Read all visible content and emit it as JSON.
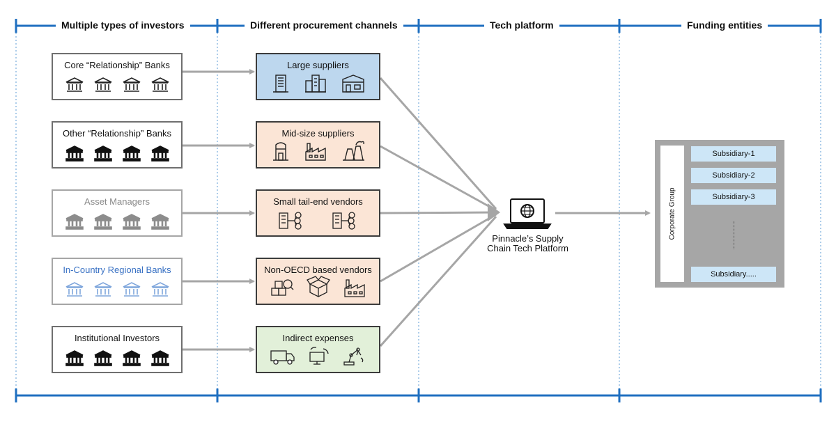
{
  "columns": [
    {
      "title": "Multiple types of investors"
    },
    {
      "title": "Different procurement channels"
    },
    {
      "title": "Tech platform"
    },
    {
      "title": "Funding entities"
    }
  ],
  "investors": [
    {
      "label": "Core “Relationship” Banks",
      "style": "outline",
      "icons": [
        "bank-icon",
        "bank-icon",
        "bank-icon",
        "bank-icon"
      ]
    },
    {
      "label": "Other “Relationship” Banks",
      "style": "solid",
      "icons": [
        "bank-icon",
        "bank-icon",
        "bank-icon",
        "bank-icon"
      ]
    },
    {
      "label": "Asset Managers",
      "style": "faded",
      "icons": [
        "bank-icon",
        "bank-icon",
        "bank-icon",
        "bank-icon"
      ]
    },
    {
      "label": "In-Country Regional Banks",
      "style": "blue",
      "icons": [
        "bank-icon",
        "bank-icon",
        "bank-icon",
        "bank-icon"
      ]
    },
    {
      "label": "Institutional Investors",
      "style": "solid",
      "icons": [
        "bank-icon",
        "bank-icon",
        "bank-icon",
        "bank-icon"
      ]
    }
  ],
  "channels": [
    {
      "label": "Large suppliers",
      "fill": "#bdd7ee",
      "icons": [
        "office-building-icon",
        "city-buildings-icon",
        "factory-hall-icon"
      ]
    },
    {
      "label": "Mid-size suppliers",
      "fill": "#fbe5d6",
      "icons": [
        "silo-icon",
        "factory-icon",
        "power-plant-icon"
      ]
    },
    {
      "label": "Small tail-end vendors",
      "fill": "#fbe5d6",
      "icons": [
        "building-network-icon",
        "building-network-icon"
      ]
    },
    {
      "label": "Non-OECD based vendors",
      "fill": "#fbe5d6",
      "icons": [
        "boxes-inspection-icon",
        "open-box-icon",
        "factory-icon"
      ]
    },
    {
      "label": "Indirect expenses",
      "fill": "#e2f0d9",
      "icons": [
        "delivery-truck-icon",
        "computer-sync-icon",
        "robot-arm-icon"
      ]
    }
  ],
  "platform": {
    "line1": "Pinnacle’s Supply",
    "line2": "Chain Tech Platform",
    "icon": "laptop-globe-icon"
  },
  "funding": {
    "group_label": "Corporate Group",
    "subsidiaries": [
      "Subsidiary-1",
      "Subsidiary-2",
      "Subsidiary-3",
      "Subsidiary....."
    ]
  },
  "colors": {
    "rule": "#1f6fc0",
    "arrow": "#a6a6a6",
    "divider": "#5b9bd5"
  }
}
